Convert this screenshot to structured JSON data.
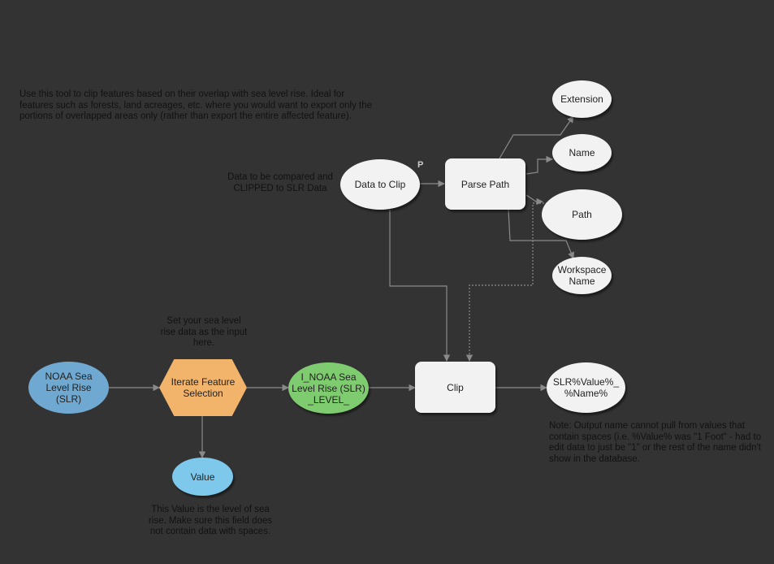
{
  "notes": {
    "intro": "Use this tool to clip features based on their overlap with sea level rise. Ideal for features such as forests, land acreages, etc. where you would want to export only the portions of overlapped areas only (rather than export the entire affected feature).",
    "data_to_compare": "Data to be compared and CLIPPED to SLR Data",
    "set_sea_level": "Set your sea level rise data as the input here.",
    "value_note": "This Value is the level of sea rise. Make sure this field does not contain data with spaces.",
    "output_note": "Note: Output name cannot pull from values that contain spaces (i.e. %Value% was \"1 Foot\" - had to edit data to just be \"1\" or the rest of the name didn't show in the database."
  },
  "nodes": {
    "noaa_slr": "NOAA Sea Level Rise (SLR)",
    "iterate": "Iterate Feature Selection",
    "i_noaa": "I_NOAA Sea Level Rise (SLR) _LEVEL_",
    "value": "Value",
    "data_to_clip": "Data to Clip",
    "parse_path": "Parse Path",
    "extension": "Extension",
    "name": "Name",
    "path": "Path",
    "workspace_name": "Workspace Name",
    "clip": "Clip",
    "output": "SLR%Value%_ %Name%",
    "parameter_marker": "P"
  },
  "colors": {
    "background": "#333333",
    "connector": "#8a8a8a",
    "input_blue": "#6fa8d0",
    "value_blue": "#7ec8ec",
    "tool_orange": "#f2b36a",
    "derived_green": "#7fcb6f",
    "white_node": "#f2f2f2"
  }
}
